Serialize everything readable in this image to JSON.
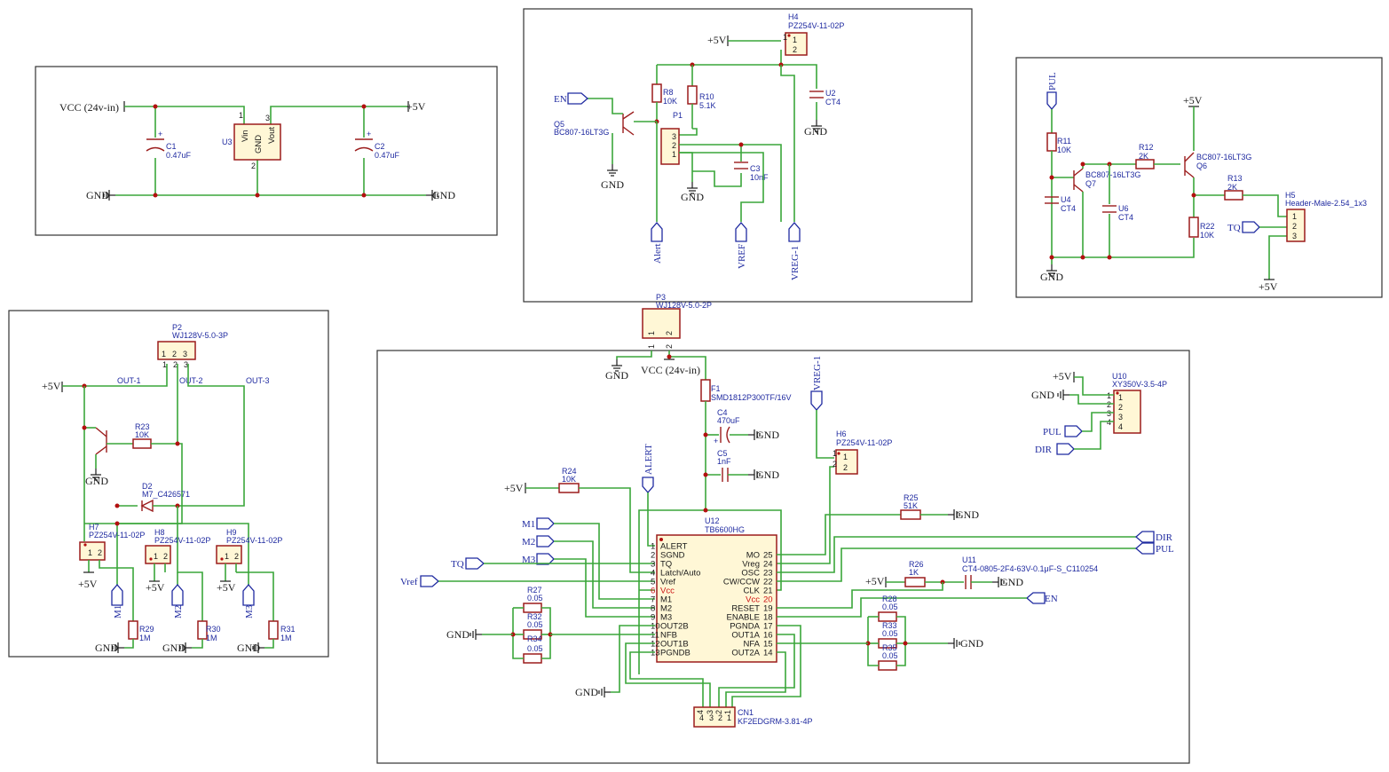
{
  "nets": {
    "vcc_in": "VCC (24v-in)",
    "p5v": "+5V",
    "gnd": "GND",
    "en": "EN",
    "alert_lower": "Alert",
    "vref_upper": "VREF",
    "vreg1": "VREG-1",
    "pul": "PUL",
    "tq": "TQ",
    "dir": "DIR",
    "alert_upper": "ALERT",
    "m1": "M1",
    "m2": "M2",
    "m3": "M3",
    "vref": "Vref",
    "out1": "OUT-1",
    "out2": "OUT-2",
    "out3": "OUT-3"
  },
  "parts": {
    "c1": {
      "ref": "C1",
      "value": "0.47uF"
    },
    "c2": {
      "ref": "C2",
      "value": "0.47uF"
    },
    "u3": {
      "ref": "U3",
      "vin": "Vin",
      "gnd": "GND",
      "vout": "Vout",
      "pin1": "1",
      "pin2": "2",
      "pin3": "3"
    },
    "h4": {
      "ref": "H4",
      "value": "PZ254V-11-02P"
    },
    "u2": {
      "ref": "U2",
      "value": "CT4"
    },
    "r8": {
      "ref": "R8",
      "value": "10K"
    },
    "r10": {
      "ref": "R10",
      "value": "5.1K"
    },
    "p1": {
      "ref": "P1"
    },
    "q5": {
      "ref": "Q5",
      "value": "BC807-16LT3G"
    },
    "c3": {
      "ref": "C3",
      "value": "10nF"
    },
    "r11": {
      "ref": "R11",
      "value": "10K"
    },
    "r12": {
      "ref": "R12",
      "value": "2K"
    },
    "q7": {
      "ref": "Q7",
      "value": "BC807-16LT3G"
    },
    "q6": {
      "ref": "Q6",
      "value": "BC807-16LT3G"
    },
    "r13": {
      "ref": "R13",
      "value": "2K"
    },
    "u4": {
      "ref": "U4",
      "value": "CT4"
    },
    "u6": {
      "ref": "U6",
      "value": "CT4"
    },
    "r22": {
      "ref": "R22",
      "value": "10K"
    },
    "h5": {
      "ref": "H5",
      "value": "Header-Male-2.54_1x3"
    },
    "p2": {
      "ref": "P2",
      "value": "WJ128V-5.0-3P"
    },
    "r23": {
      "ref": "R23",
      "value": "10K"
    },
    "d2": {
      "ref": "D2",
      "value": "M7_C426571"
    },
    "h7": {
      "ref": "H7",
      "value": "PZ254V-11-02P"
    },
    "h8": {
      "ref": "H8",
      "value": "PZ254V-11-02P"
    },
    "h9": {
      "ref": "H9",
      "value": "PZ254V-11-02P"
    },
    "r29": {
      "ref": "R29",
      "value": "1M"
    },
    "r30": {
      "ref": "R30",
      "value": "1M"
    },
    "r31": {
      "ref": "R31",
      "value": "1M"
    },
    "p3": {
      "ref": "P3",
      "value": "WJ128V-5.0-2P"
    },
    "f1": {
      "ref": "F1",
      "value": "SMD1812P300TF/16V"
    },
    "c4": {
      "ref": "C4",
      "value": "470uF"
    },
    "c5": {
      "ref": "C5",
      "value": "1nF"
    },
    "h6": {
      "ref": "H6",
      "value": "PZ254V-11-02P"
    },
    "r24": {
      "ref": "R24",
      "value": "10K"
    },
    "u12": {
      "ref": "U12",
      "value": "TB6600HG"
    },
    "r25": {
      "ref": "R25",
      "value": "51K"
    },
    "r26": {
      "ref": "R26",
      "value": "1K"
    },
    "u11": {
      "ref": "U11",
      "value": "CT4-0805-2F4-63V-0.1μF-S_C110254"
    },
    "r27": {
      "ref": "R27",
      "value": "0.05"
    },
    "r32": {
      "ref": "R32",
      "value": "0.05"
    },
    "r34": {
      "ref": "R34",
      "value": "0.05"
    },
    "r28": {
      "ref": "R28",
      "value": "0.05"
    },
    "r33": {
      "ref": "R33",
      "value": "0.05"
    },
    "r35": {
      "ref": "R35",
      "value": "0.05"
    },
    "u10": {
      "ref": "U10",
      "value": "XY350V-3.5-4P"
    },
    "cn1": {
      "ref": "CN1",
      "value": "KF2EDGRM-3.81-4P"
    }
  },
  "u12_left": [
    {
      "num": "1",
      "name": "ALERT"
    },
    {
      "num": "2",
      "name": "SGND"
    },
    {
      "num": "3",
      "name": "TQ"
    },
    {
      "num": "4",
      "name": "Latch/Auto"
    },
    {
      "num": "5",
      "name": "Vref"
    },
    {
      "num": "6",
      "name": "Vcc"
    },
    {
      "num": "7",
      "name": "M1"
    },
    {
      "num": "8",
      "name": "M2"
    },
    {
      "num": "9",
      "name": "M3"
    },
    {
      "num": "10",
      "name": "OUT2B"
    },
    {
      "num": "11",
      "name": "NFB"
    },
    {
      "num": "12",
      "name": "OUT1B"
    },
    {
      "num": "13",
      "name": "PGNDB"
    }
  ],
  "u12_right": [
    {
      "num": "25",
      "name": "MO"
    },
    {
      "num": "24",
      "name": "Vreg"
    },
    {
      "num": "23",
      "name": "OSC"
    },
    {
      "num": "22",
      "name": "CW/CCW"
    },
    {
      "num": "21",
      "name": "CLK"
    },
    {
      "num": "20",
      "name": "Vcc"
    },
    {
      "num": "19",
      "name": "RESET"
    },
    {
      "num": "18",
      "name": "ENABLE"
    },
    {
      "num": "17",
      "name": "PGNDA"
    },
    {
      "num": "16",
      "name": "OUT1A"
    },
    {
      "num": "15",
      "name": "NFA"
    },
    {
      "num": "14",
      "name": "OUT2A"
    }
  ],
  "pins": {
    "n1": "1",
    "n2": "2",
    "n3": "3",
    "n4": "4"
  },
  "colors": {
    "wire": "#3aa63a",
    "part": "#9b1c1c",
    "label": "#1f2aa0",
    "power_pin": "#cc1111"
  }
}
